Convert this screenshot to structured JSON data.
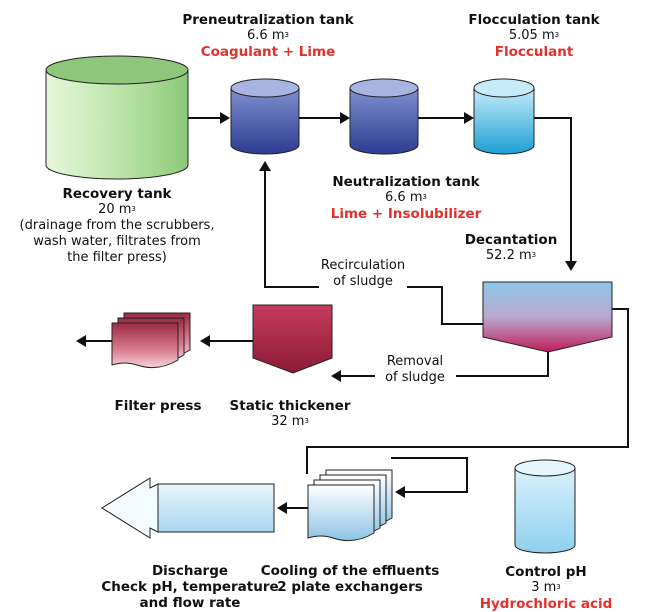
{
  "preneutralization": {
    "title": "Preneutralization tank",
    "volume": "6.6 m",
    "sup": "3",
    "reagent": "Coagulant + Lime"
  },
  "flocculation": {
    "title": "Flocculation tank",
    "volume": "5.05 m",
    "sup": "3",
    "reagent": "Flocculant"
  },
  "recovery": {
    "title": "Recovery tank",
    "volume": "20 m",
    "sup": "3",
    "desc_line1": "(drainage from the scrubbers,",
    "desc_line2": "wash water, filtrates from",
    "desc_line3": "the filter press)"
  },
  "neutralization": {
    "title": "Neutralization tank",
    "volume": "6.6 m",
    "sup": "3",
    "reagent": "Lime + Insolubilizer"
  },
  "decantation": {
    "title": "Decantation",
    "volume": "52.2 m",
    "sup": "3"
  },
  "recirculation": {
    "line1": "Recirculation",
    "line2": "of sludge"
  },
  "removal": {
    "line1": "Removal",
    "line2": "of sludge"
  },
  "filter_press": {
    "title": "Filter press"
  },
  "thickener": {
    "title": "Static thickener",
    "volume": "32 m",
    "sup": "3"
  },
  "discharge": {
    "line1": "Discharge",
    "line2": "Check pH, temperature",
    "line3": "and flow rate"
  },
  "cooling": {
    "line1": "Cooling of the effluents",
    "line2": "2 plate exchangers"
  },
  "control_ph": {
    "title": "Control pH",
    "volume": "3 m",
    "sup": "3",
    "reagent": "Hydrochloric acid"
  },
  "colors": {
    "reagent_red": "#e0322b",
    "line": "#111111"
  }
}
